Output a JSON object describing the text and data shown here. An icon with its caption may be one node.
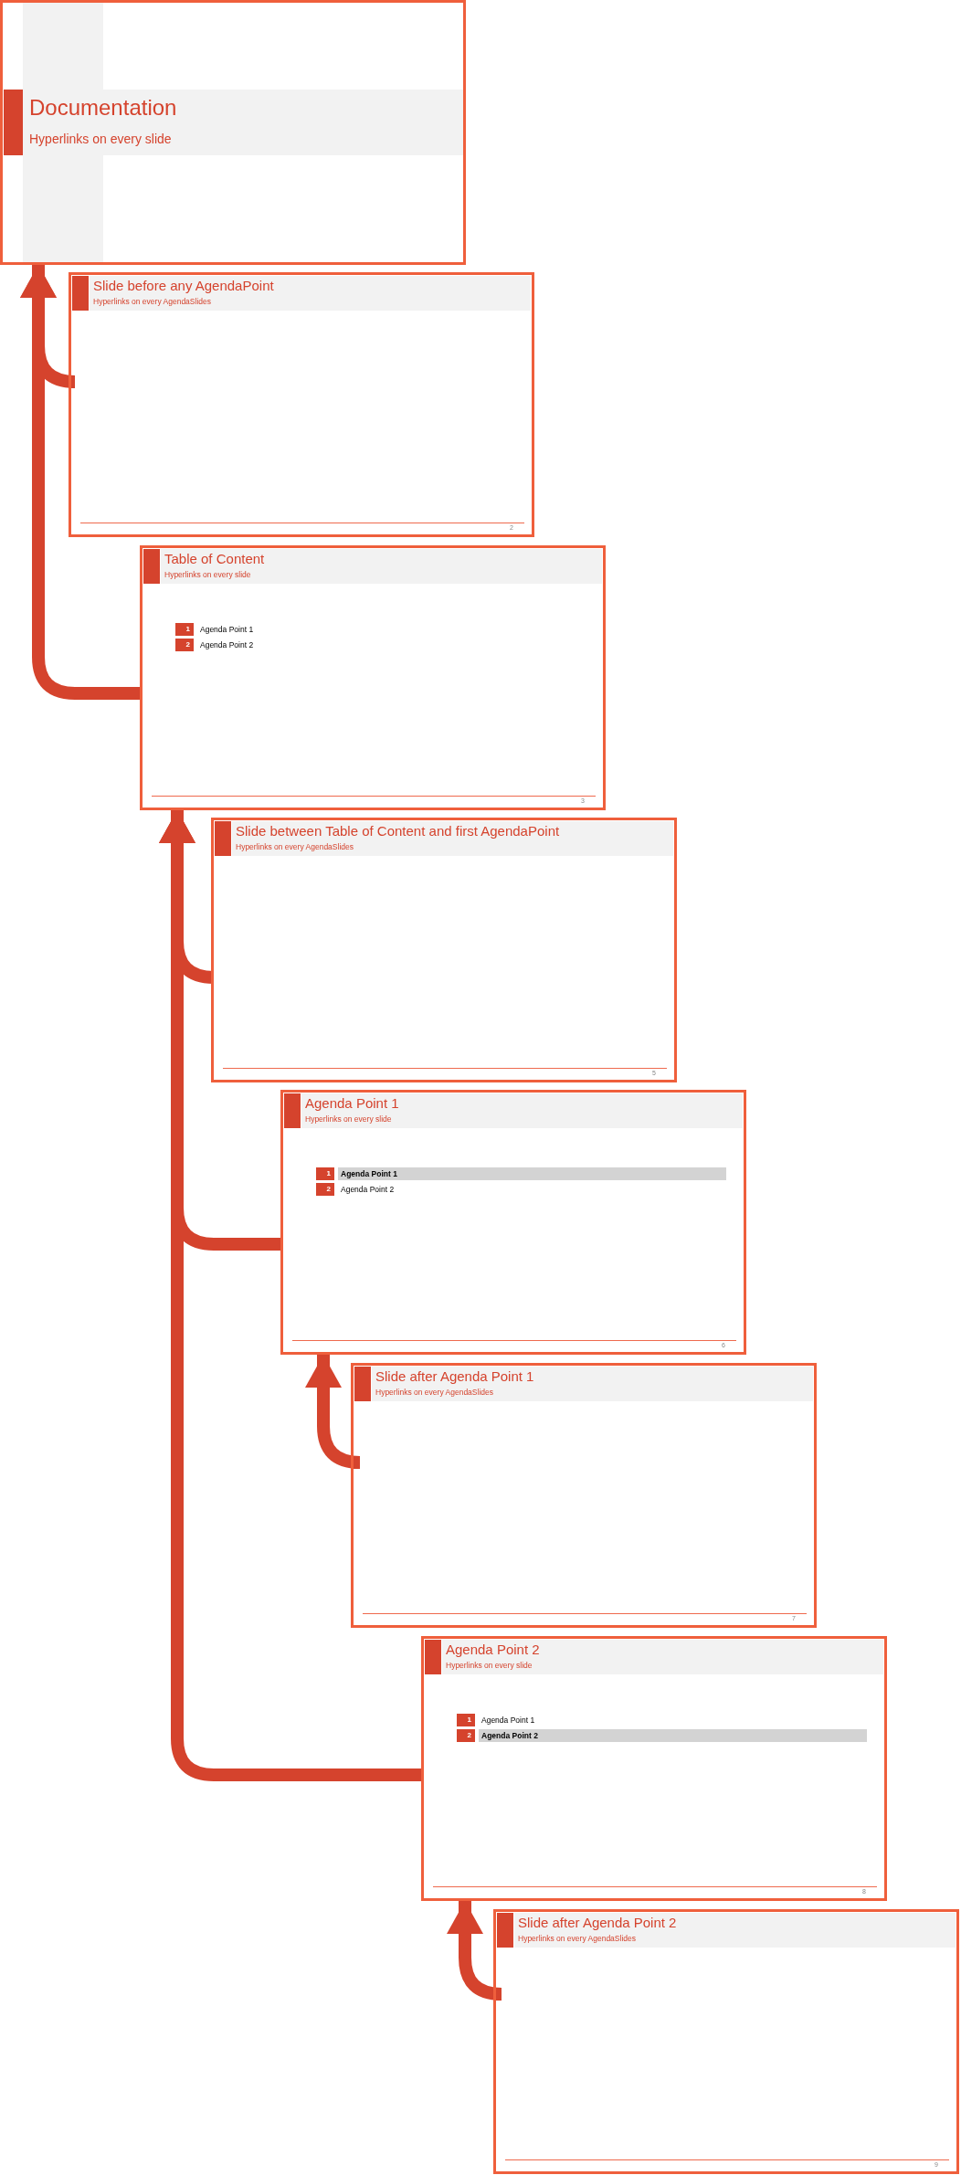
{
  "diagram": {
    "nodes": [
      {
        "text": [
          "Documentation",
          "Hyperlinks on every slide"
        ]
      },
      {
        "text": [
          "Slide before any AgendaPoint",
          "Hyperlinks on every AgendaSlides",
          "2"
        ]
      },
      {
        "text": [
          "Table of Content",
          "Hyperlinks on every slide",
          "3"
        ]
      },
      {
        "text": [
          "1"
        ],
        "in": 2
      },
      {
        "text": [
          "Agenda Point 1"
        ],
        "in": 2
      },
      {
        "text": [
          "2"
        ],
        "in": 2
      },
      {
        "text": [
          "Agenda Point 2"
        ],
        "in": 2
      },
      {
        "text": [
          "Slide between Table of Content and first AgendaPoint",
          "Hyperlinks on every AgendaSlides",
          "5"
        ]
      },
      {
        "text": [
          "Agenda Point 1",
          "Hyperlinks on every slide",
          "6"
        ]
      },
      {
        "text": [
          "1"
        ],
        "in": 8
      },
      {
        "text": [
          "Agenda Point 1"
        ],
        "in": 8
      },
      {
        "text": [
          "2"
        ],
        "in": 8
      },
      {
        "text": [
          "Agenda Point 2"
        ],
        "in": 8
      },
      {
        "text": [
          "Slide after Agenda Point 1",
          "Hyperlinks on every AgendaSlides",
          "7"
        ]
      },
      {
        "text": [
          "Agenda Point 2",
          "Hyperlinks on every slide",
          "8"
        ]
      },
      {
        "text": [
          "1"
        ],
        "in": 14
      },
      {
        "text": [
          "Agenda Point 1"
        ],
        "in": 14
      },
      {
        "text": [
          "2"
        ],
        "in": 14
      },
      {
        "text": [
          "Agenda Point 2"
        ],
        "in": 14
      },
      {
        "text": [
          "Slide after Agenda Point 2",
          "Hyperlinks on every AgendaSlides",
          "9"
        ]
      }
    ],
    "edges": [
      {
        "from": 1,
        "to": 0,
        "arrow": "to"
      },
      {
        "from": 2,
        "to": 0,
        "arrow": "to"
      },
      {
        "from": 7,
        "to": 2,
        "arrow": "to"
      },
      {
        "from": 8,
        "to": 2,
        "arrow": "to"
      },
      {
        "from": 14,
        "to": 2,
        "arrow": "to"
      },
      {
        "from": 13,
        "to": 8,
        "arrow": "to"
      },
      {
        "from": 19,
        "to": 14,
        "arrow": "to"
      }
    ]
  }
}
